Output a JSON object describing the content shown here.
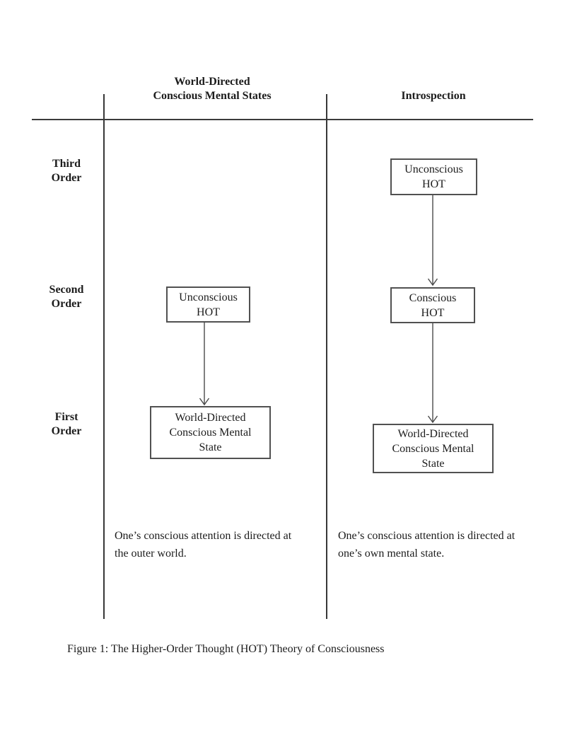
{
  "figure": {
    "caption": "Figure 1: The Higher-Order Thought (HOT) Theory of Consciousness"
  },
  "diagram": {
    "row_labels": {
      "third": "Third\nOrder",
      "second": "Second\nOrder",
      "first": "First\nOrder"
    },
    "left_column": {
      "header": "World-Directed\nConscious Mental States",
      "second_order_box": "Unconscious\nHOT",
      "first_order_box": "World-Directed\nConscious Mental\nState",
      "note": "One’s conscious attention is directed at\nthe outer world."
    },
    "right_column": {
      "header": "Introspection",
      "third_order_box": "Unconscious\nHOT",
      "second_order_box": "Conscious\nHOT",
      "first_order_box": "World-Directed\nConscious Mental\nState",
      "note": "One’s conscious attention is directed at\none’s own mental state."
    },
    "colors": {
      "text": "#1c1c1c",
      "rule_line": "#3b3b3b",
      "box_border": "#515151",
      "arrow": "#4a4a4a"
    }
  }
}
